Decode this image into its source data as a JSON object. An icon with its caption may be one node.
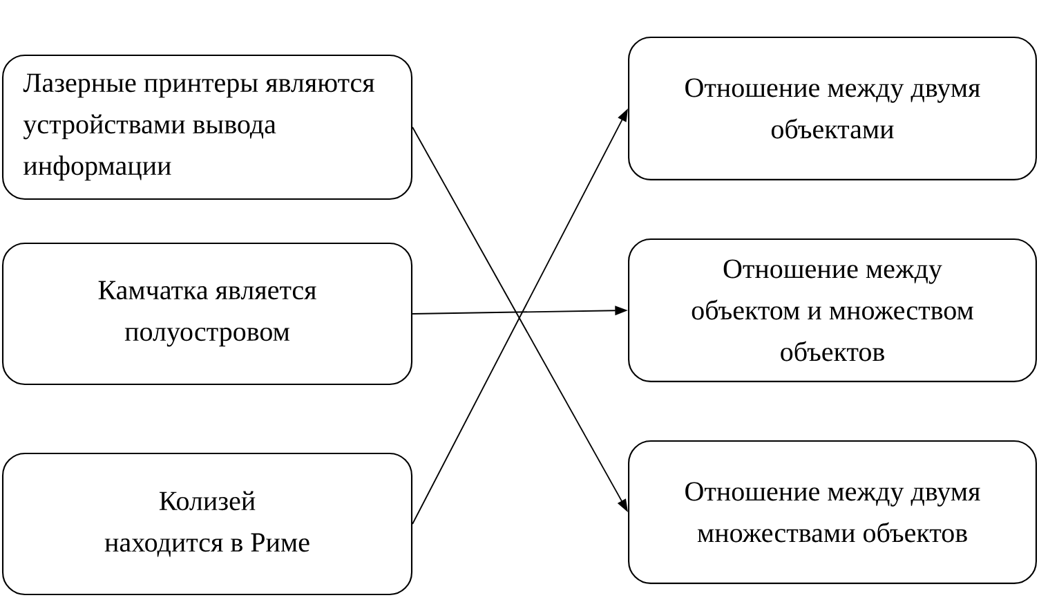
{
  "diagram": {
    "nodes": [
      {
        "text": [
          "Лазерные принтеры являются устройствами вывода информации"
        ]
      },
      {
        "text": [
          "Камчатка является полуостровом"
        ]
      },
      {
        "text": [
          "Колизей находится в Риме"
        ]
      },
      {
        "text": [
          "Отношение между двумя объектами"
        ]
      },
      {
        "text": [
          "Отношение между объектом и множеством объектов"
        ]
      },
      {
        "text": [
          "Отношение между двумя множествами объектов"
        ]
      }
    ],
    "edges": [
      {
        "from": 0,
        "to": 5,
        "arrow": "to"
      },
      {
        "from": 1,
        "to": 4,
        "arrow": "to"
      },
      {
        "from": 2,
        "to": 3,
        "arrow": "to"
      }
    ]
  }
}
